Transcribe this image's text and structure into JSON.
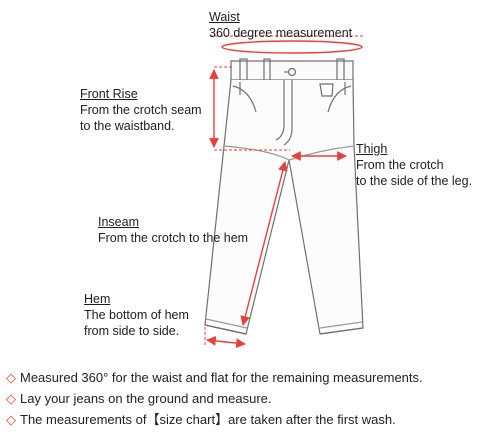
{
  "measurements": {
    "waist": {
      "title": "Waist",
      "desc": [
        "360 degree measurement"
      ]
    },
    "front_rise": {
      "title": "Front Rise",
      "desc": [
        "From the crotch seam",
        "to the waistband."
      ]
    },
    "thigh": {
      "title": "Thigh",
      "desc": [
        "From the crotch",
        "to the side of the leg."
      ]
    },
    "inseam": {
      "title": "Inseam",
      "desc": [
        "From the crotch to the hem"
      ]
    },
    "hem": {
      "title": "Hem",
      "desc": [
        "The bottom of hem",
        "from side to side."
      ]
    }
  },
  "notes": [
    "Measured 360° for the waist and flat for the remaining measurements.",
    "Lay your jeans on the ground and measure.",
    "The measurements of【size chart】are taken after the first wash."
  ],
  "colors": {
    "accent": "#e8413a",
    "outline": "#6b6b6b"
  },
  "icons": {
    "note_marker": "◇"
  }
}
